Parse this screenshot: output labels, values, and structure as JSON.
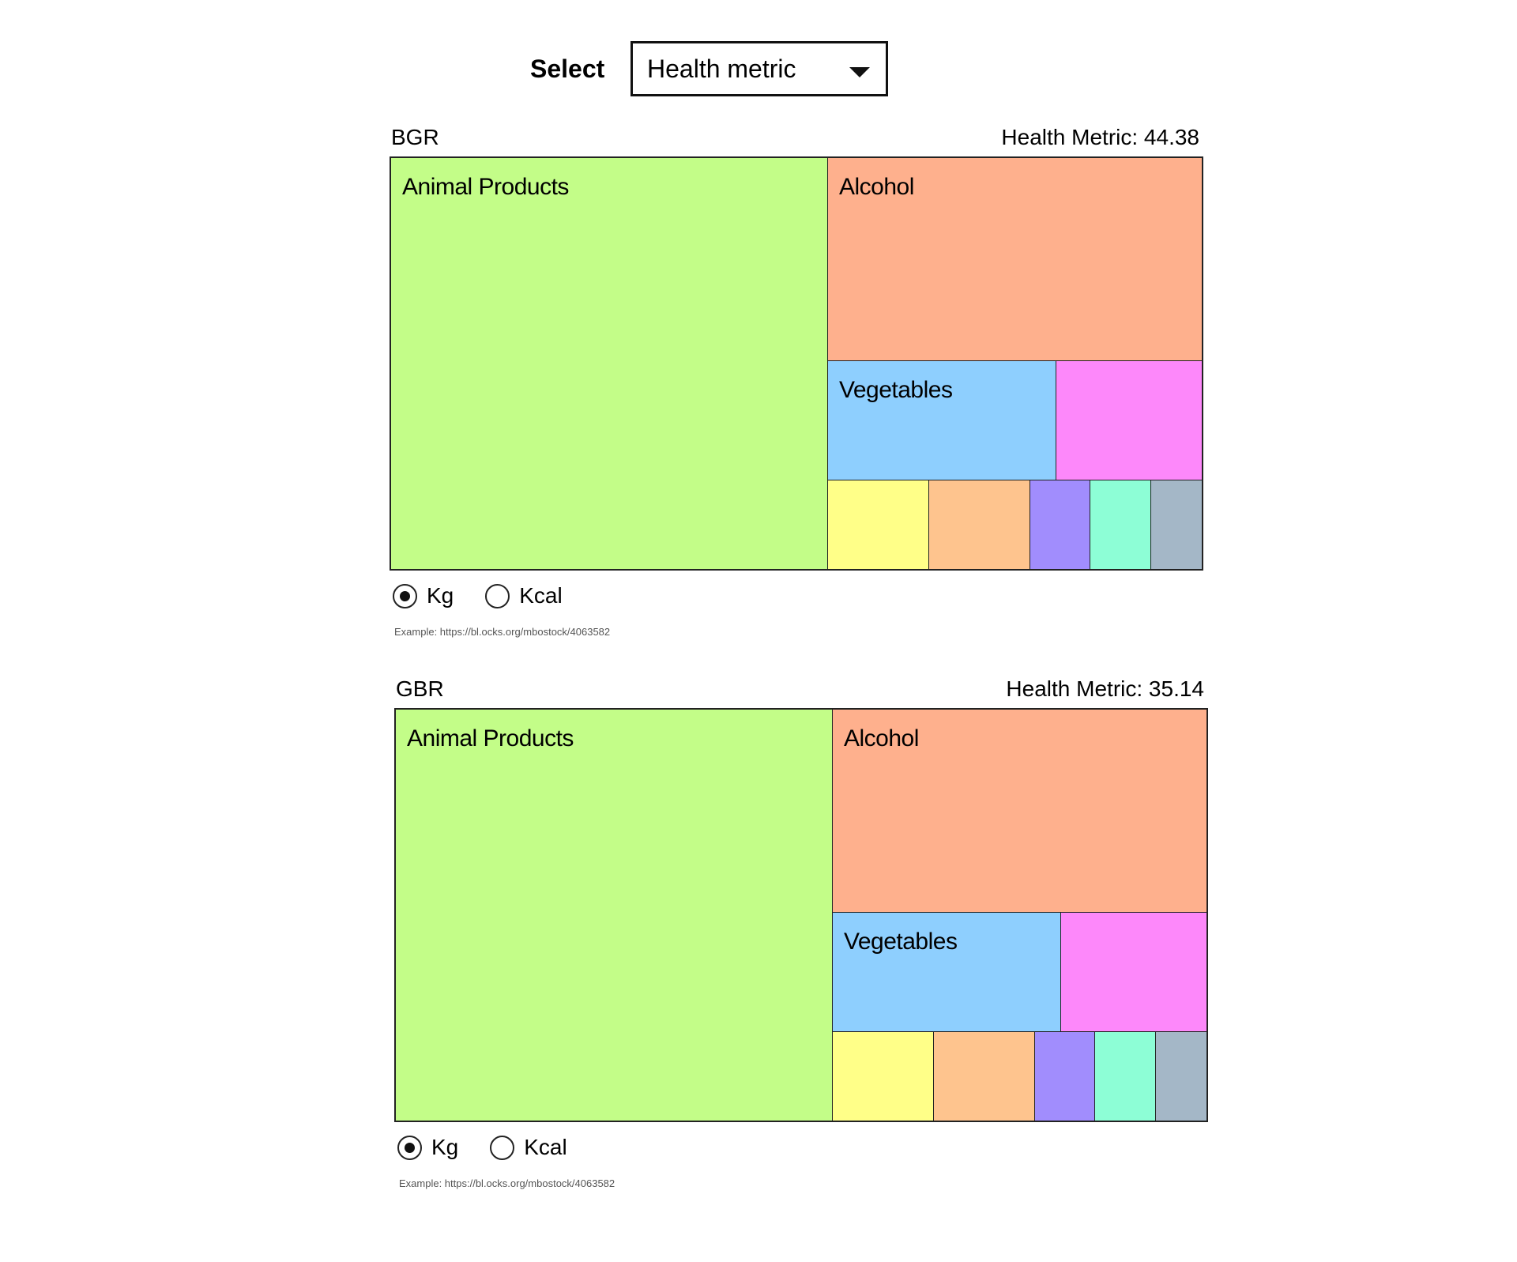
{
  "select": {
    "label": "Select",
    "value": "Health metric"
  },
  "panels": [
    {
      "code": "BGR",
      "metric": "Health Metric: 44.38",
      "cells": [
        {
          "label": "Animal Products",
          "color": "#c3fd88"
        },
        {
          "label": "Alcohol",
          "color": "#feb08d"
        },
        {
          "label": "Vegetables",
          "color": "#8ecffe"
        },
        {
          "label": "",
          "color": "#fd88fa"
        },
        {
          "label": "",
          "color": "#ffff88"
        },
        {
          "label": "",
          "color": "#fec48e"
        },
        {
          "label": "",
          "color": "#a18dfd"
        },
        {
          "label": "",
          "color": "#8dfed6"
        },
        {
          "label": "",
          "color": "#a4b7c7"
        }
      ],
      "units": {
        "kg": "Kg",
        "kcal": "Kcal",
        "selected": "Kg"
      },
      "example": "Example: https://bl.ocks.org/mbostock/4063582"
    },
    {
      "code": "GBR",
      "metric": "Health Metric: 35.14",
      "cells": [
        {
          "label": "Animal Products",
          "color": "#c3fd88"
        },
        {
          "label": "Alcohol",
          "color": "#feb08d"
        },
        {
          "label": "Vegetables",
          "color": "#8ecffe"
        },
        {
          "label": "",
          "color": "#fd88fa"
        },
        {
          "label": "",
          "color": "#ffff88"
        },
        {
          "label": "",
          "color": "#fec48e"
        },
        {
          "label": "",
          "color": "#a18dfd"
        },
        {
          "label": "",
          "color": "#8dfed6"
        },
        {
          "label": "",
          "color": "#a4b7c7"
        }
      ],
      "units": {
        "kg": "Kg",
        "kcal": "Kcal",
        "selected": "Kg"
      },
      "example": "Example: https://bl.ocks.org/mbostock/4063582"
    }
  ]
}
